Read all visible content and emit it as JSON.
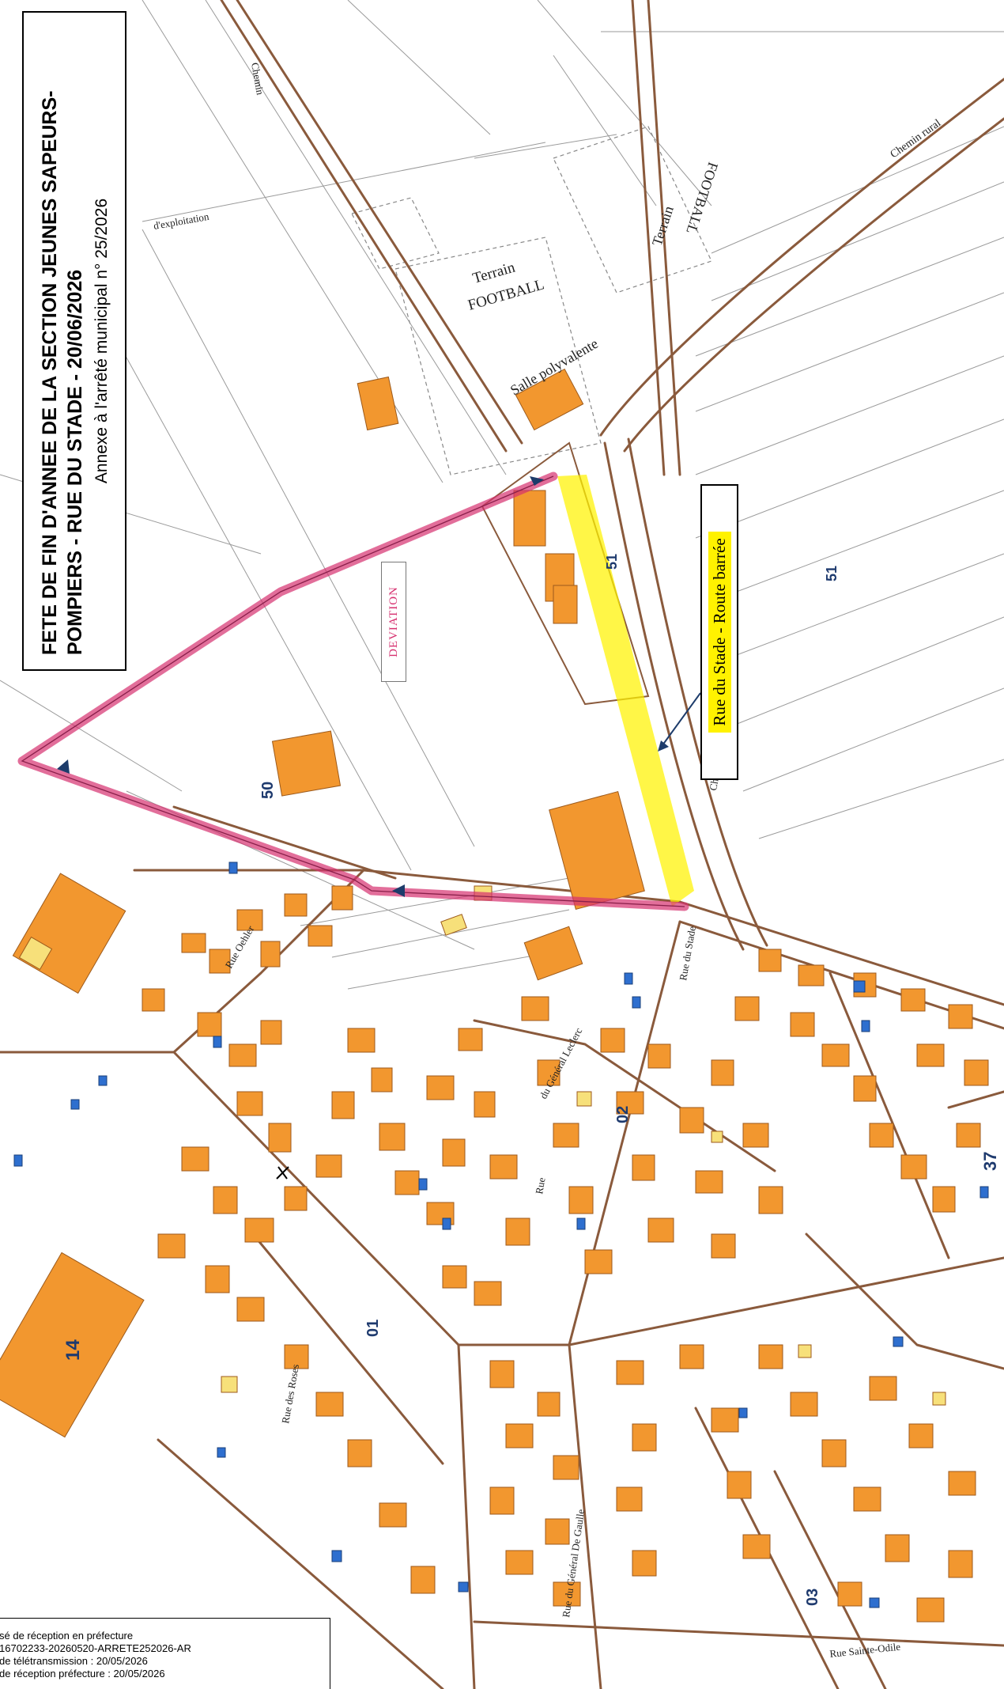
{
  "title": {
    "line1": "FETE DE FIN D'ANNEE DE LA SECTION JEUNES SAPEURS-",
    "line2": "POMPIERS - RUE DU STADE - 20/06/2026",
    "subtitle": "Annexe à l'arrêté municipal n° 25/2026"
  },
  "legend": {
    "road_closed": "Rue du Stade - Route barrée",
    "deviation": "DEVIATION"
  },
  "labels": {
    "terrain1_a": "Terrain",
    "terrain1_b": "FOOTBALL",
    "terrain2_a": "Terrain",
    "terrain2_b": "FOOTBALL",
    "salle": "Salle polyvalente",
    "chemin_rural": "Chemin rural",
    "exploitation": "d'exploitation",
    "chemin": "Chemin",
    "rue_oehler": "Rue Oehler",
    "general_leclerc": "du Général Leclerc",
    "rue": "Rue",
    "sainte_odile": "Rue Sainte-Odile",
    "general_de_gaulle": "Rue du Général De Gaulle",
    "roses": "Rue des Roses",
    "rue_du_stade": "Rue du Stade"
  },
  "sections": {
    "s51a": "51",
    "s51b": "51",
    "s50": "50",
    "s02": "02",
    "s37": "37",
    "s14": "14",
    "s01": "01",
    "s03": "03"
  },
  "stamp": {
    "line1": "sé de réception en préfecture",
    "line2": "16702233-20260520-ARRETE252026-AR",
    "line3": "de télétransmission : 20/05/2026",
    "line4": "de réception préfecture : 20/05/2026"
  },
  "colors": {
    "building": "#f2972f",
    "deviation": "#d6306f",
    "closed": "#fff200",
    "road": "#8a5a3c"
  }
}
